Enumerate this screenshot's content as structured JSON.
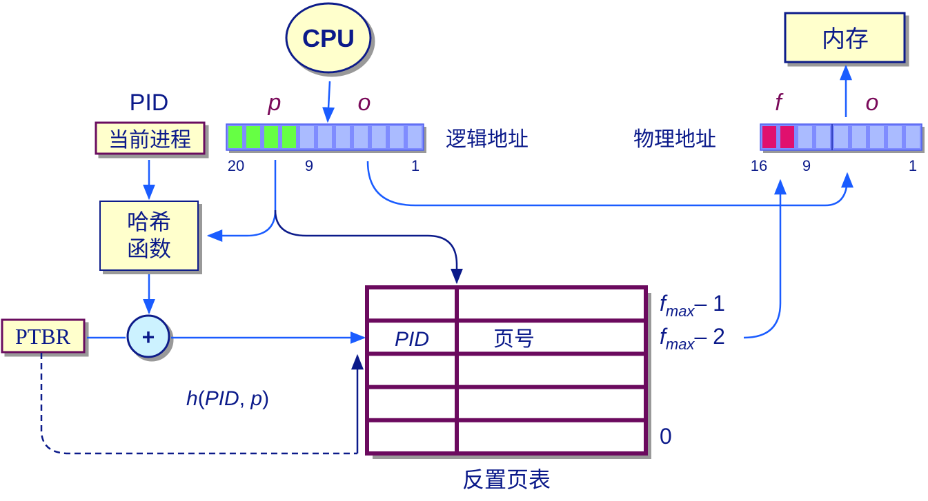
{
  "cpu": {
    "label": "CPU"
  },
  "memory": {
    "label": "内存"
  },
  "pid_label": "PID",
  "current_process": "当前进程",
  "hash_function": {
    "line1": "哈希",
    "line2": "函数"
  },
  "ptbr": "PTBR",
  "plus_symbol": "+",
  "logical_address": {
    "label": "逻辑地址",
    "p_label": "p",
    "o_label": "o",
    "bit_labels": [
      "20",
      "9",
      "1"
    ],
    "cells": 11,
    "page_cells": 4,
    "page_color": "#66ff44"
  },
  "physical_address": {
    "label": "物理地址",
    "f_label": "f",
    "o_label": "o",
    "bit_labels": [
      "16",
      "9",
      "1"
    ],
    "cells": 9,
    "frame_cells": 2,
    "frame_color": "#e0106e"
  },
  "hash_expr": {
    "h": "h",
    "open": "(",
    "pid": "PID",
    "sep": ", ",
    "p": "p",
    "close": ")"
  },
  "table": {
    "caption": "反置页表",
    "rows": 5,
    "highlight_row": {
      "pid": "PID",
      "page": "页号"
    },
    "index_top": {
      "f": "f",
      "sub": "max",
      "rest": "– 1"
    },
    "index_second": {
      "f": "f",
      "sub": "max",
      "rest": "– 2"
    },
    "index_bottom": "0"
  },
  "colors": {
    "box_fill": "#ffffcc",
    "box_border": "#6b0a5e",
    "cell_blue": "#aabbff",
    "arrow": "#1a5cff",
    "text": "#0b1a8a",
    "var_text": "#7a0a5a",
    "table_border": "#6b0a5e"
  }
}
